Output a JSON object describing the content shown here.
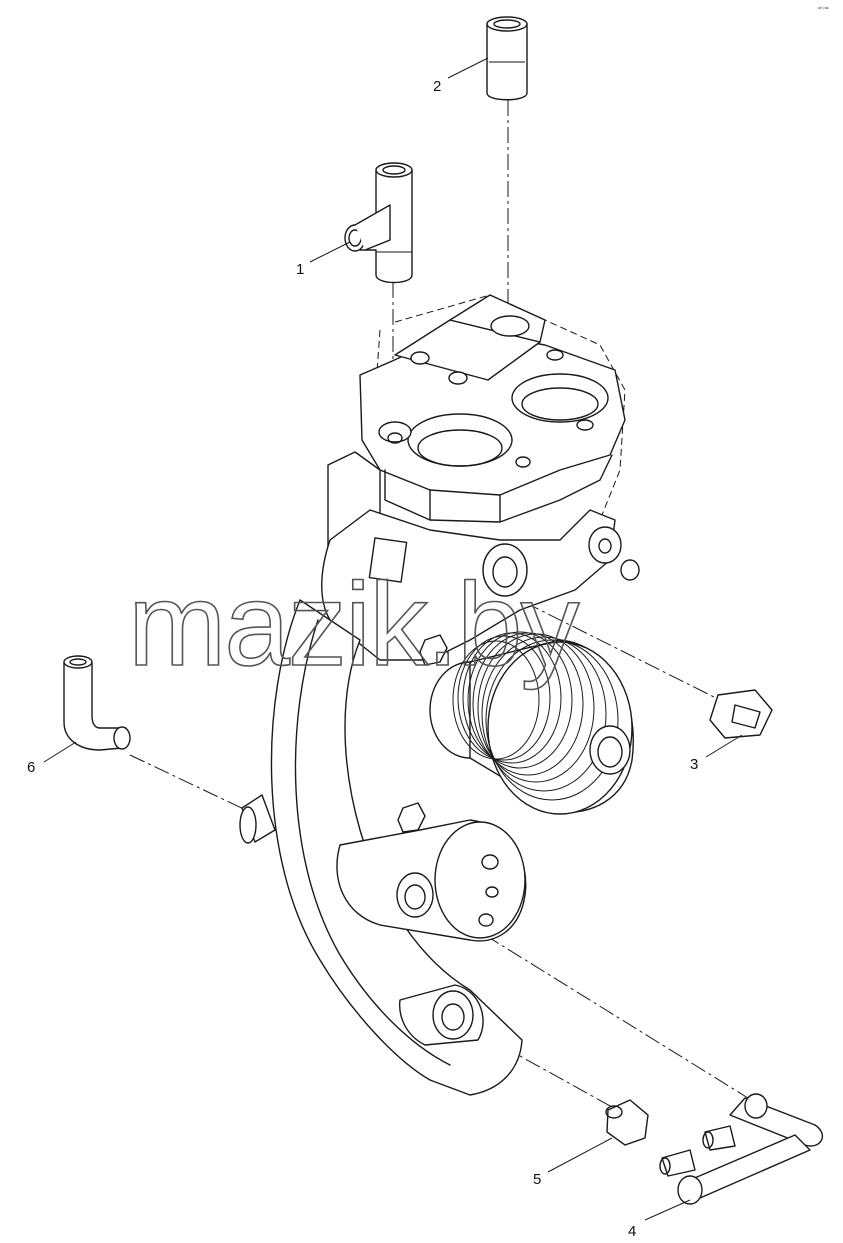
{
  "watermark": "mazik.by",
  "corner_mark": "ᵃᵇ ᶜᵈᵉ",
  "parts": [
    {
      "id": "part-1",
      "label": "1",
      "name": "tee-fitting"
    },
    {
      "id": "part-2",
      "label": "2",
      "name": "sleeve"
    },
    {
      "id": "part-3",
      "label": "3",
      "name": "plug"
    },
    {
      "id": "part-4",
      "label": "4",
      "name": "manifold-tube"
    },
    {
      "id": "part-5",
      "label": "5",
      "name": "plug"
    },
    {
      "id": "part-6",
      "label": "6",
      "name": "elbow-fitting"
    }
  ],
  "colors": {
    "line": "#1a1a1a",
    "background": "#ffffff",
    "watermark": "#555555"
  }
}
